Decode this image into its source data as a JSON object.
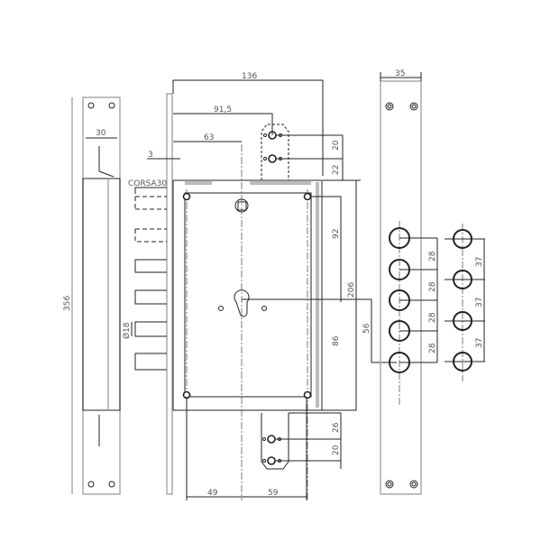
{
  "drawing": {
    "title": "Lock technical drawing",
    "dimensions": {
      "overall_width": "136",
      "cam_offset": "91,5",
      "backset": "63",
      "faceplate_thickness": "3",
      "throw_label": "CORSA30",
      "strike_width": "30",
      "strike_height": "356",
      "bolt_diameter": "Ø18",
      "plate_width": "35",
      "top_spacing_1": "20",
      "top_spacing_2": "22",
      "upper_body": "92",
      "body_height": "206",
      "keyhole_to_bolt": "56",
      "lower_body": "86",
      "bottom_spacing_1": "26",
      "bottom_spacing_2": "20",
      "bottom_left": "49",
      "bottom_right": "59",
      "bolt_pitch_a": [
        "28",
        "28",
        "28",
        "28"
      ],
      "bolt_pitch_b": [
        "37",
        "37",
        "37"
      ]
    }
  }
}
